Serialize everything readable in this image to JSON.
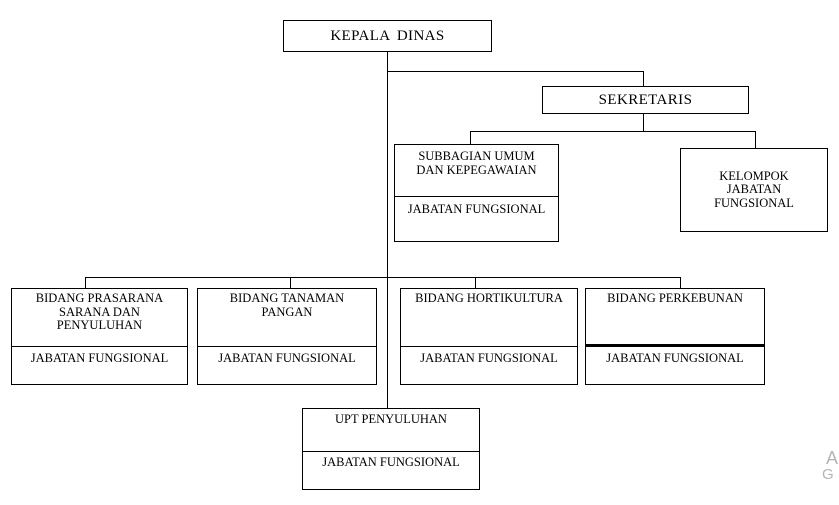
{
  "chart_type": "org-chart",
  "nodes": {
    "kepala_dinas": {
      "label": "KEPALA DINAS"
    },
    "sekretaris": {
      "label": "SEKRETARIS"
    },
    "subbagian_umum": {
      "lines": [
        "SUBBAGIAN UMUM",
        "DAN KEPEGAWAIAN"
      ],
      "sub": "JABATAN FUNGSIONAL"
    },
    "kelompok_jabatan": {
      "lines": [
        "KELOMPOK",
        "JABATAN",
        "FUNGSIONAL"
      ]
    },
    "bidang_prasarana": {
      "lines": [
        "BIDANG PRASARANA",
        "SARANA DAN",
        "PENYULUHAN"
      ],
      "sub": "JABATAN FUNGSIONAL"
    },
    "bidang_tanaman": {
      "lines": [
        "BIDANG TANAMAN",
        "PANGAN"
      ],
      "sub": "JABATAN FUNGSIONAL"
    },
    "bidang_hortikultura": {
      "title": "BIDANG HORTIKULTURA",
      "sub": "JABATAN FUNGSIONAL"
    },
    "bidang_perkebunan": {
      "title": "BIDANG PERKEBUNAN",
      "sub": "JABATAN FUNGSIONAL"
    },
    "upt_penyuluhan": {
      "title": "UPT PENYULUHAN",
      "sub": "JABATAN FUNGSIONAL"
    }
  },
  "watermark": {
    "line1": "A",
    "line2": "G",
    "color": "#b2b4b6"
  },
  "colors": {
    "line": "#000000",
    "box_border": "#000000",
    "background": "#ffffff",
    "text": "#000000"
  }
}
